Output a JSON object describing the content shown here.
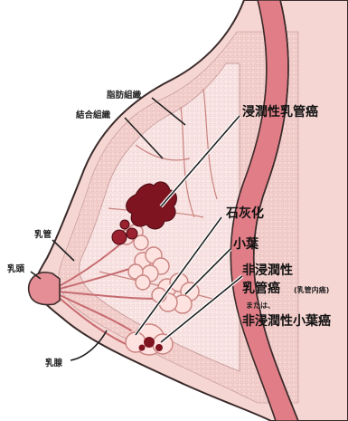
{
  "labels": {
    "fat_tissue": "脂肪組織",
    "connective_tissue": "結合組織",
    "invasive_ductal_carcinoma": "浸潤性乳管癌",
    "milk_duct": "乳管",
    "calcification": "石灰化",
    "lobule": "小葉",
    "nipple": "乳頭",
    "non_invasive_line1": "非浸潤性",
    "non_invasive_line2": "乳管癌",
    "non_invasive_note": "(乳管内癌)",
    "or_text": "または、",
    "non_invasive_lobular": "非浸潤性小葉癌",
    "mammary_gland": "乳腺"
  },
  "colors": {
    "skin": "#f6d6d3",
    "outline": "#3a2a2a",
    "muscle": "#e07d86",
    "tissue_fill": "#fbeaea",
    "tumor": "#7d1420",
    "lobule_fill": "#fde2e0",
    "lobule_stroke": "#c9837f"
  }
}
